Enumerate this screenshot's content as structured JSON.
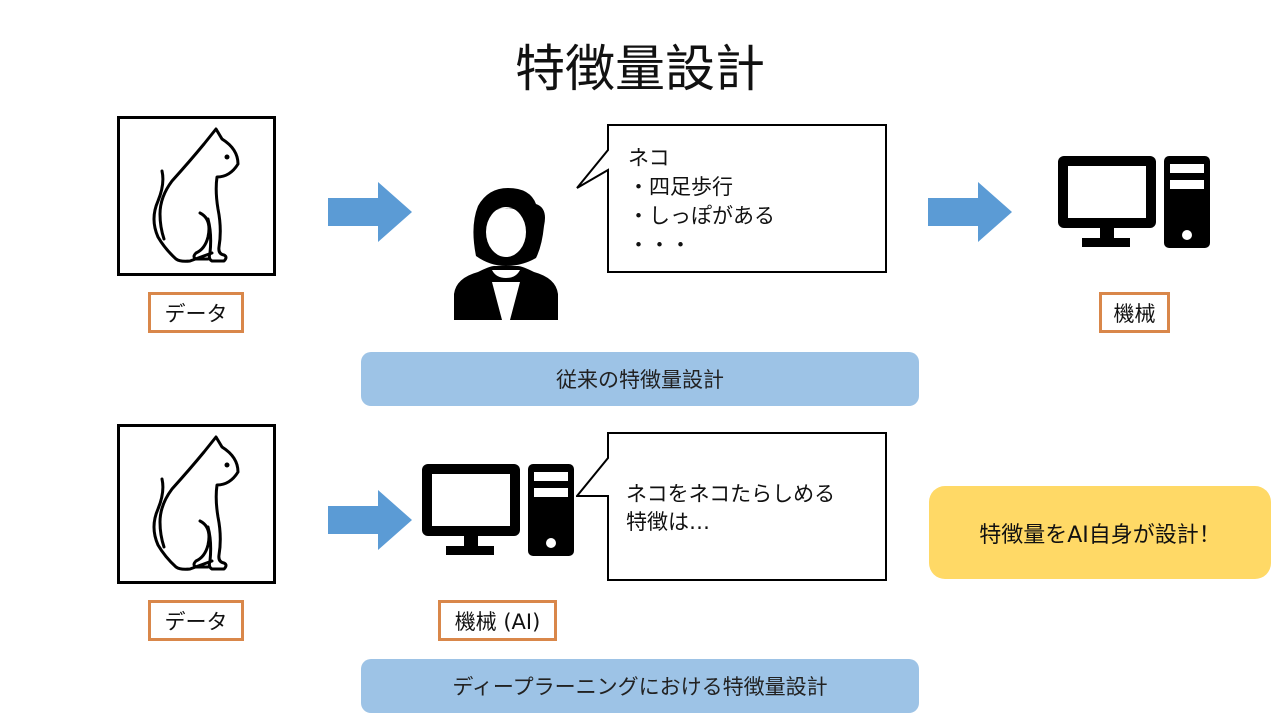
{
  "title": "特徴量設計",
  "colors": {
    "arrow": "#5b9bd5",
    "tag_border": "#d9874a",
    "banner": "#9dc3e6",
    "callout": "#ffd966"
  },
  "traditional": {
    "data_label": "データ",
    "bubble_lines": [
      "ネコ",
      "・四足歩行",
      "・しっぽがある",
      "・・・"
    ],
    "machine_label": "機械",
    "banner": "従来の特徴量設計"
  },
  "deep_learning": {
    "data_label": "データ",
    "bubble_lines": [
      "ネコをネコたらしめる",
      "特徴は…"
    ],
    "machine_label": "機械 (AI)",
    "callout": "特徴量をAI自身が設計！",
    "banner": "ディープラーニングにおける特徴量設計"
  },
  "icons": {
    "data": "cat-icon",
    "human": "person-icon",
    "machine": "computer-icon",
    "flow": "arrow-right-icon"
  }
}
